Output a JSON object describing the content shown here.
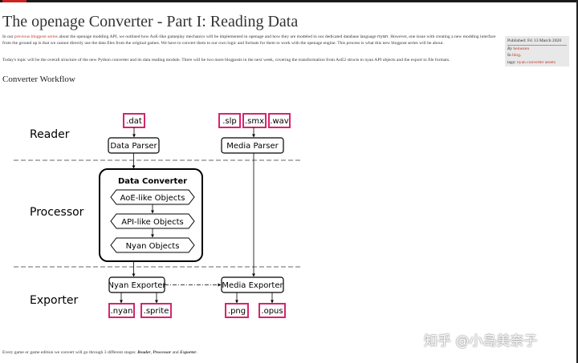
{
  "title": "The openage Converter - Part I: Reading Data",
  "intro": {
    "t1": "In our ",
    "link": "previous blogpost series",
    "t2": " about the openage modding API, we outlined how AoE-like gameplay mechanics will be implemented in openage and how they are modeled in our dedicated database language ",
    "code": "nyan",
    "t3": ". However, one issue with creating a new modding interface from the ground up is that we cannot directly use the data files from the original games. We have to convert them to our own logic and formats for them to work with the openage engine. This process is what this new blogpost series will be about."
  },
  "para2": "Today's topic will be the overall structure of the new Python converter and its data reading module. There will be two more blogposts in the next week, covering the transformation from AoE2 structs to nyan API objects and the export to file formats.",
  "meta": {
    "published": "Published: Fri 13 March 2020",
    "by_label": "By ",
    "author": "heinezen",
    "in_label": "In ",
    "category": "blog",
    "category_suffix": ".",
    "tags_label": "tags: ",
    "tags": "nyan converter assets"
  },
  "section_heading": "Converter Workflow",
  "diagram": {
    "stages": [
      "Reader",
      "Processor",
      "Exporter"
    ],
    "file_tags": {
      "dat": ".dat",
      "slp": ".slp",
      "smx": ".smx",
      "wav": ".wav",
      "nyan": ".nyan",
      "sprite": ".sprite",
      "png": ".png",
      "opus": ".opus"
    },
    "boxes": {
      "data_parser": "Data Parser",
      "media_parser": "Media Parser",
      "nyan_exporter": "Nyan Exporter",
      "media_exporter": "Media Exporter"
    },
    "converter": {
      "title": "Data Converter",
      "items": [
        "AoE-like Objects",
        "API-like Objects",
        "Nyan Objects"
      ]
    },
    "colors": {
      "file_tag": "#d6246e",
      "line": "#000000"
    }
  },
  "footer": {
    "t1": "Every game or game edition we convert will go through 3 different stages: ",
    "s1": "Reader",
    "sep1": ", ",
    "s2": "Processor",
    "sep2": " and ",
    "s3": "Exporter",
    "end": "."
  },
  "watermark": "知乎 @小岛美奈子"
}
